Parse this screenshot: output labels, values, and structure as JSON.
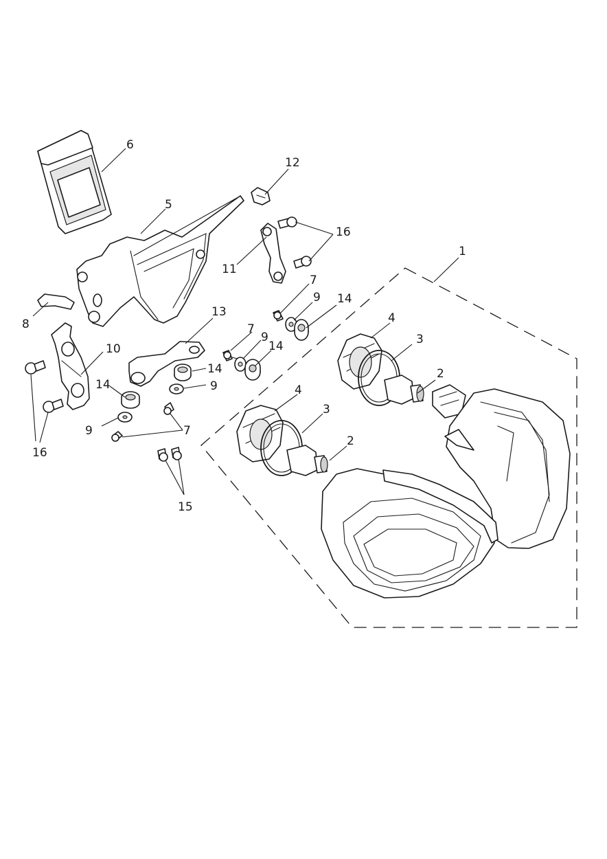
{
  "callouts": {
    "c1": "1",
    "c2a": "2",
    "c2b": "2",
    "c3a": "3",
    "c3b": "3",
    "c4a": "4",
    "c4b": "4",
    "c5": "5",
    "c6": "6",
    "c7a": "7",
    "c7b": "7",
    "c7c": "7",
    "c8": "8",
    "c9a": "9",
    "c9b": "9",
    "c9c": "9",
    "c9d": "9",
    "c10": "10",
    "c11": "11",
    "c12": "12",
    "c13": "13",
    "c14a": "14",
    "c14b": "14",
    "c14c": "14",
    "c14d": "14",
    "c15": "15",
    "c16a": "16",
    "c16b": "16"
  },
  "colors": {
    "line": "#1a1a1a",
    "background": "#ffffff",
    "shade": "#cfcfcf"
  }
}
